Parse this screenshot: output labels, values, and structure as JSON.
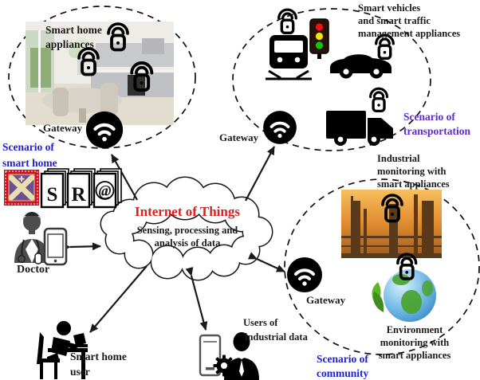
{
  "cloud": {
    "title": "Internet of Things",
    "subtitle_line1": "Sensing, processing and",
    "subtitle_line2": "analysis of data"
  },
  "smart_home": {
    "caption_line1": "Smart home",
    "caption_line2": "appliances",
    "gateway_label": "Gateway",
    "scenario_line1": "Scenario of",
    "scenario_line2": "smart home",
    "cards": [
      "S",
      "R",
      "@"
    ]
  },
  "doctor": {
    "label": "Doctor"
  },
  "home_user": {
    "label_line1": "Smart home",
    "label_line2": "user"
  },
  "transportation": {
    "caption_line1": "Smart vehicles",
    "caption_line2": "and smart traffic",
    "caption_line3": "management appliances",
    "gateway_label": "Gateway",
    "scenario_line1": "Scenario of",
    "scenario_line2": "transportation"
  },
  "industrial": {
    "caption_line1": "Industrial",
    "caption_line2": "monitoring with",
    "caption_line3": "smart appliances",
    "gateway_label": "Gateway"
  },
  "environment": {
    "caption_line1": "Environment",
    "caption_line2": "monitoring with",
    "caption_line3": "smart appliances"
  },
  "community": {
    "scenario_line1": "Scenario of",
    "scenario_line2": "community"
  },
  "industrial_users": {
    "label_line1": "Users of",
    "label_line2": "industrial data"
  },
  "icons": {
    "smart_device": "wifi-device-icon",
    "gateway": "wifi-gateway-icon",
    "train": "train-icon",
    "traffic_light": "traffic-light-icon",
    "car": "car-icon",
    "truck": "truck-icon",
    "doctor": "doctor-icon",
    "tablet": "tablet-icon",
    "user_at_desk": "person-at-desk-icon",
    "industrial_user": "person-with-gear-icon",
    "phone": "smartphone-icon",
    "globe": "eco-globe-icon",
    "stamp": "stamp-icon"
  },
  "colors": {
    "iot_title_red": "#df1f1f",
    "scenario_blue": "#1f1fd2",
    "scenario_purple": "#5c2ccf",
    "traffic_red": "#ee1111",
    "traffic_yellow": "#f2e400",
    "traffic_green": "#16c016"
  }
}
